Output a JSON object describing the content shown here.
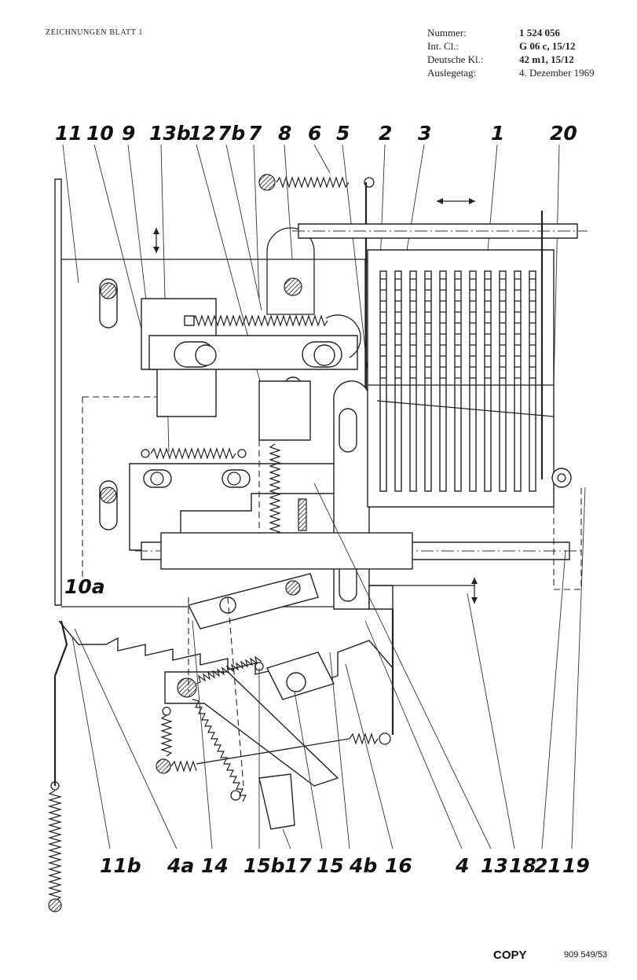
{
  "header": {
    "left_title": "ZEICHNUNGEN BLATT 1",
    "fields": [
      {
        "key": "Nummer:",
        "value": "1 524 056",
        "bold": true
      },
      {
        "key": "Int. Cl.:",
        "value": "G 06 c, 15/12",
        "bold": true
      },
      {
        "key": "Deutsche Kl.:",
        "value": "42 m1, 15/12",
        "bold": true
      },
      {
        "key": "Auslegetag:",
        "value": "4. Dezember 1969",
        "bold": false
      }
    ]
  },
  "labels": {
    "l11": "11",
    "l10": "10",
    "l9": "9",
    "l13b": "13b",
    "l12": "12",
    "l7b": "7b",
    "l7": "7",
    "l8": "8",
    "l6": "6",
    "l5": "5",
    "l2": "2",
    "l3": "3",
    "l1": "1",
    "l20": "20",
    "l10a": "10a",
    "l11b": "11b",
    "l4a": "4a",
    "l14": "14",
    "l15b": "15b",
    "l17": "17",
    "l15": "15",
    "l4b": "4b",
    "l16": "16",
    "l4": "4",
    "l13": "13",
    "l18": "18",
    "l21": "21",
    "l19": "19"
  },
  "footer": {
    "copy": "COPY",
    "number": "909 549/53"
  }
}
